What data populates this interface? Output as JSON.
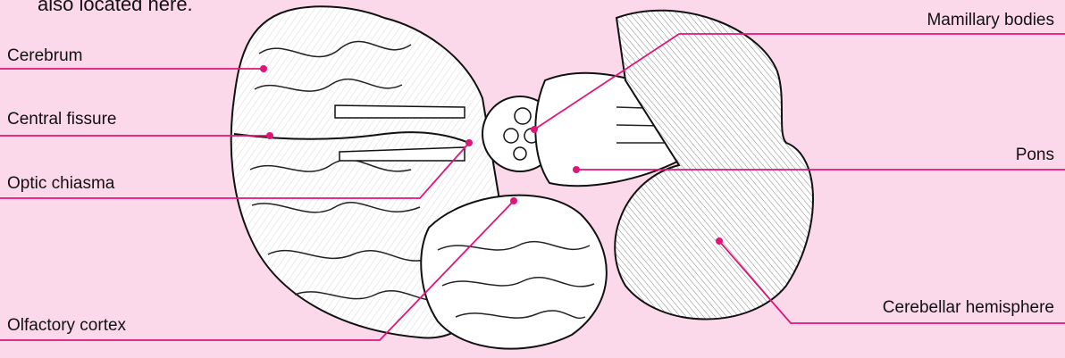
{
  "intro_text": "also located here.",
  "labels": {
    "cerebrum": "Cerebrum",
    "central_fissure": "Central fissure",
    "optic_chiasma": "Optic chiasma",
    "olfactory_cortex": "Olfactory cortex",
    "mamillary_bodies": "Mamillary bodies",
    "pons": "Pons",
    "cerebellar_hemisphere": "Cerebellar hemisphere"
  },
  "colors": {
    "background": "#fcd9ea",
    "leader_line": "#e0157a",
    "outline": "#111111"
  }
}
